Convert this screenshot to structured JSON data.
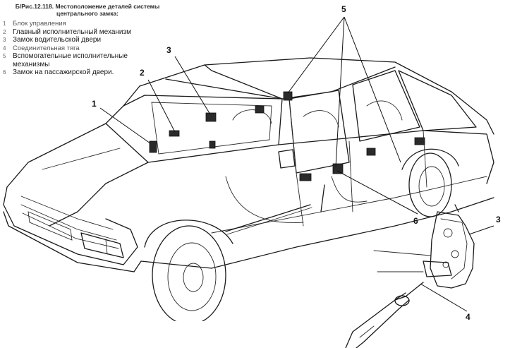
{
  "figure": {
    "caption": "Б/Рис.12.118. Местоположение деталей системы центрального замка:",
    "legend": [
      {
        "num": "1",
        "text": "Блок управления"
      },
      {
        "num": "2",
        "text": "Главный исполнительный механизм"
      },
      {
        "num": "3",
        "text": "Замок водительской двери"
      },
      {
        "num": "4",
        "text": "Соединительная тяга"
      },
      {
        "num": "5",
        "text": "Вспомогательные исполнительные механизмы"
      },
      {
        "num": "6",
        "text": "Замок на пассажирской двери."
      }
    ],
    "callouts": {
      "c1": "1",
      "c2": "2",
      "c3": "3",
      "c5": "5",
      "c6": "6",
      "c3b": "3",
      "c4": "4"
    }
  }
}
